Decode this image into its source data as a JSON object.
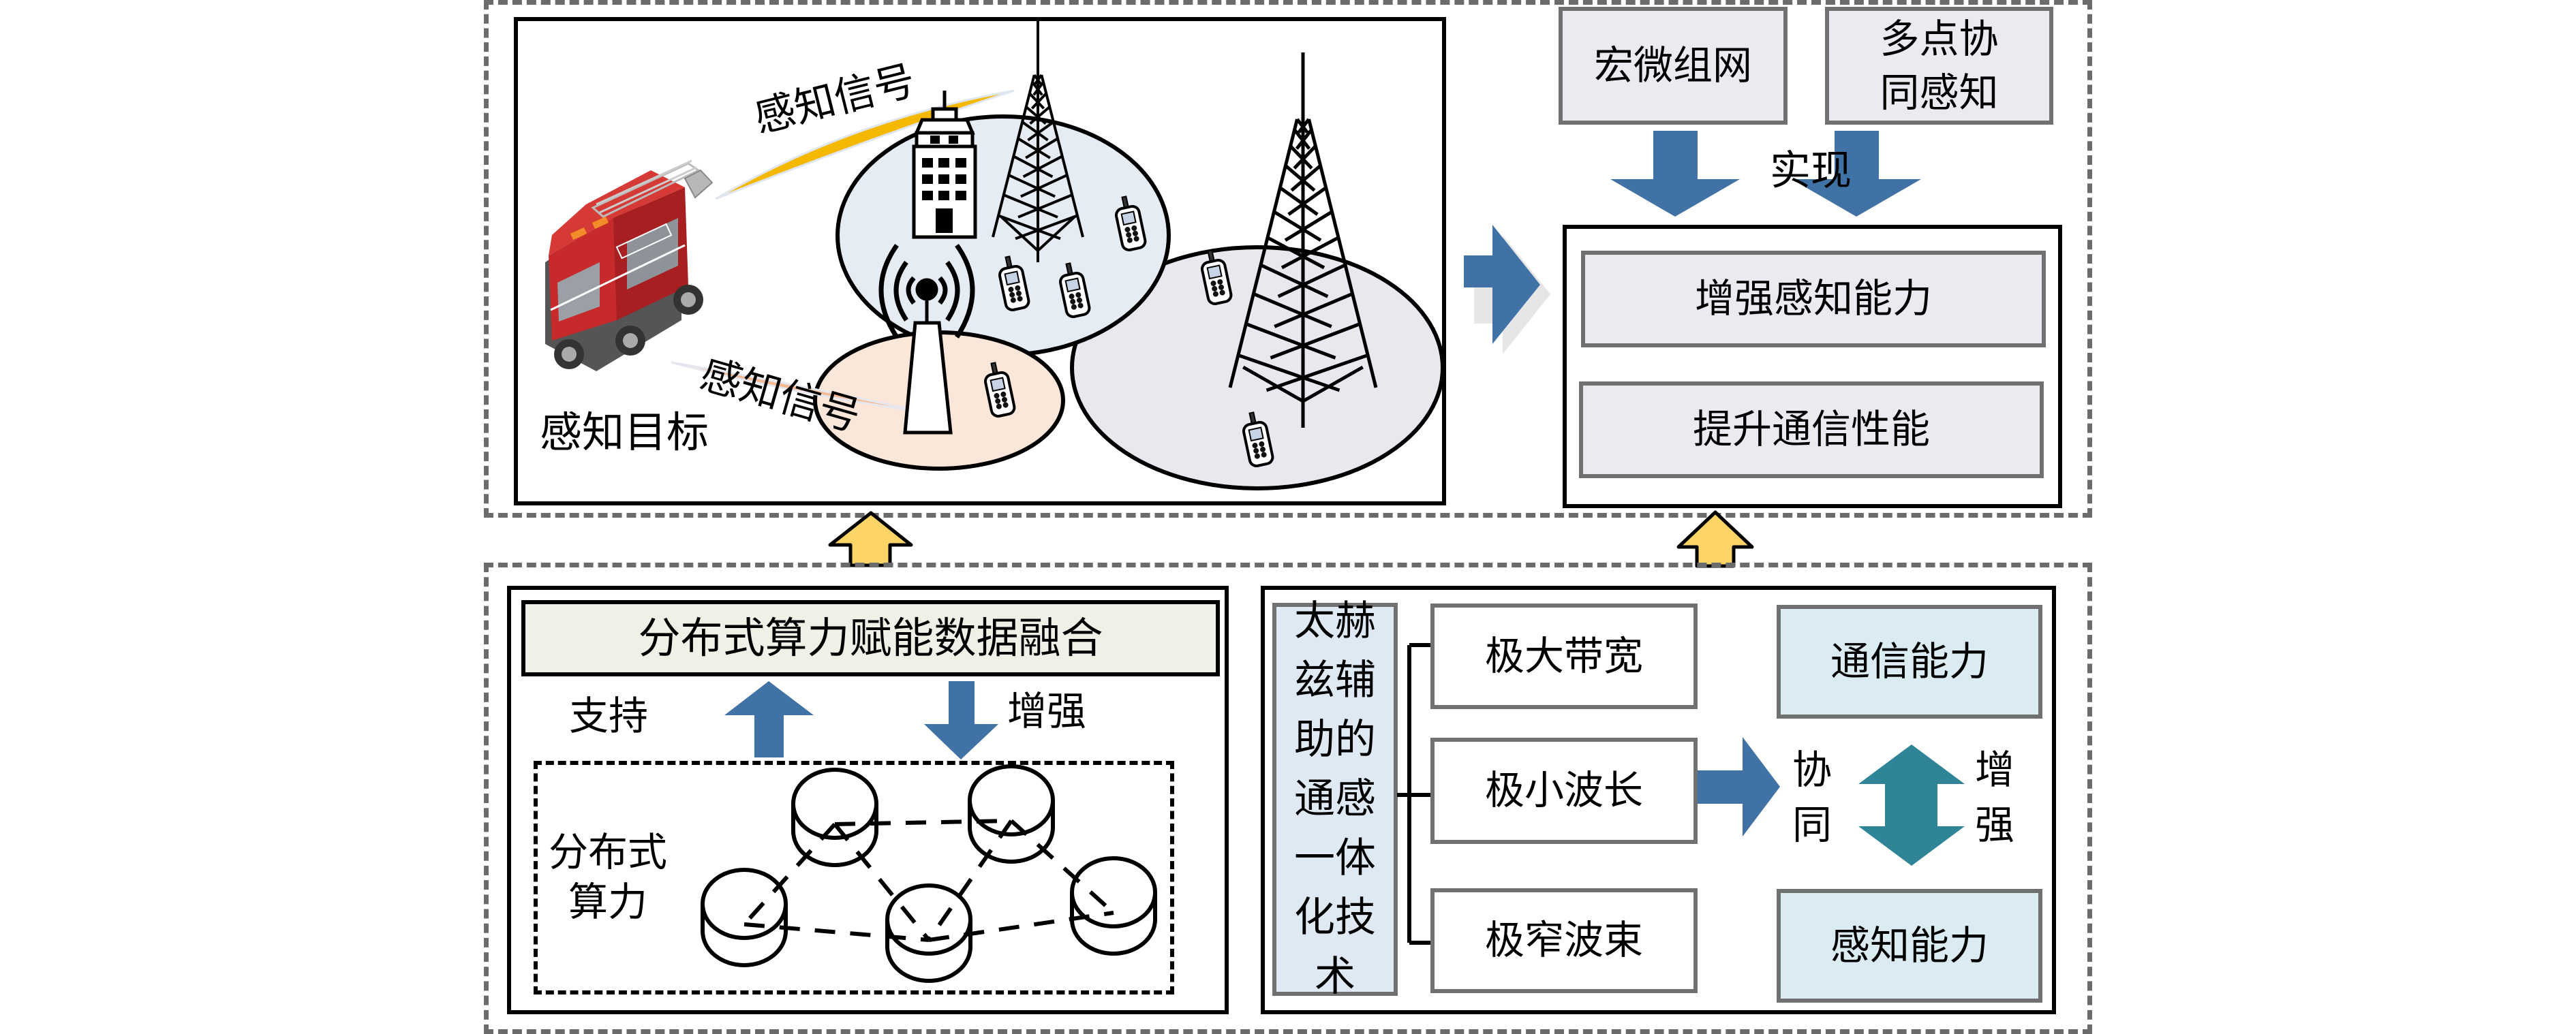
{
  "colors": {
    "arrow_blue": "#4172a5",
    "arrow_teal": "#2f8597",
    "arrow_yellow": "#fdd567",
    "dash_gray": "#6b6b6b",
    "cell_blue": "#e6ecf4",
    "cell_peach": "#fbe7d9",
    "cell_lavender": "#e9e8ef",
    "signal_gold": "#f5b800",
    "signal_peach": "#f4bb92"
  },
  "scene": {
    "signal_label_top": "感知信号",
    "signal_label_bottom": "感知信号",
    "target_label": "感知目标",
    "icons": [
      "fire-truck-icon",
      "building-icon",
      "lattice-tower-icon",
      "radio-antenna-icon",
      "mobile-phone-icon"
    ]
  },
  "realize": {
    "source_boxes": [
      {
        "label": "宏微组网"
      },
      {
        "label_lines": [
          "多点协",
          "同感知"
        ]
      }
    ],
    "realize_label": "实现",
    "outcomes": [
      {
        "label": "增强感知能力"
      },
      {
        "label": "提升通信性能"
      }
    ]
  },
  "computing": {
    "header": "分布式算力赋能数据融合",
    "support_label": "支持",
    "enhance_label": "增强",
    "cluster_label_lines": [
      "分布式",
      "算力"
    ],
    "node_count": 5
  },
  "thz": {
    "tech_label_lines": [
      "太赫",
      "兹辅",
      "助的",
      "通感",
      "一体",
      "化技",
      "术"
    ],
    "features": [
      {
        "label": "极大带宽"
      },
      {
        "label": "极小波长"
      },
      {
        "label": "极窄波束"
      }
    ],
    "synergy_label_lines": [
      "协",
      "同"
    ],
    "enhance_label_lines": [
      "增",
      "强"
    ],
    "capabilities": [
      {
        "label": "通信能力"
      },
      {
        "label": "感知能力"
      }
    ]
  }
}
